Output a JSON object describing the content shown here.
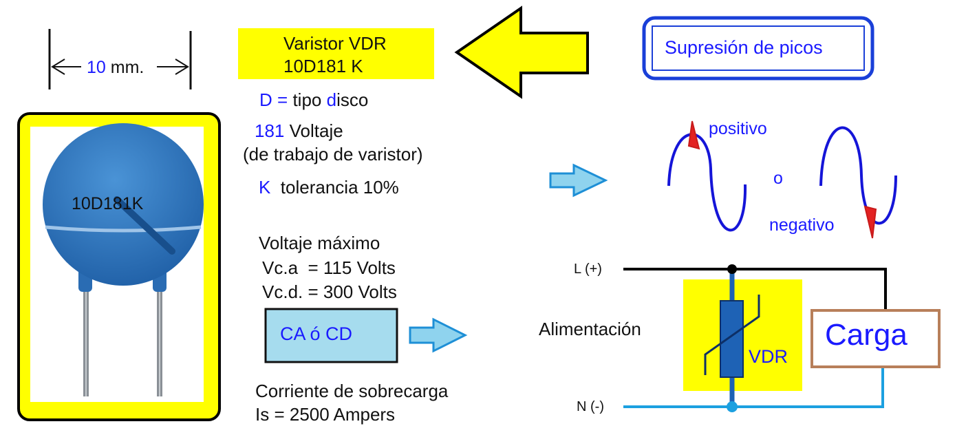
{
  "dimension": {
    "value": "10",
    "unit": "mm."
  },
  "part_label": "10D181K",
  "title_box": {
    "line1": "Varistor VDR",
    "line2": "10D181 K"
  },
  "suppression_box": {
    "label": "Supresión de picos"
  },
  "code_explanation": {
    "d_letter": "D",
    "d_eq": "=",
    "d_text_1": "tipo ",
    "d_highlight": "d",
    "d_text_2": "isco",
    "voltage_code": "181",
    "voltage_word": "Voltaje",
    "voltage_note": "(de trabajo de varistor)",
    "k_letter": "K",
    "k_text": "tolerancia 10%"
  },
  "max_voltage": {
    "heading": "Voltaje máximo",
    "ac_label": "Vc.a",
    "ac_value": "= 115 Volts",
    "dc_label": "Vc.d.",
    "dc_value": "= 300 Volts"
  },
  "ca_cd_box": {
    "label": "CA ó CD"
  },
  "surge_current": {
    "heading": "Corriente de sobrecarga",
    "value": "Is = 2500 Ampers"
  },
  "waveforms": {
    "positive_label": "positivo",
    "or_label": "o",
    "negative_label": "negativo"
  },
  "circuit": {
    "line_label": "L (+)",
    "neutral_label": "N (-)",
    "supply_label": "Alimentación",
    "vdr_label": "VDR",
    "load_label": "Carga"
  },
  "colors": {
    "yellow": "#ffff00",
    "label_blue": "#1a1aff",
    "arrow_fill": "#8fd3ee",
    "arrow_stroke": "#1e8fd6",
    "spike_red": "#e32222",
    "neutral_wire": "#1ca0e0",
    "load_border": "#b87f5a",
    "vdr_body": "#1e62b5"
  }
}
